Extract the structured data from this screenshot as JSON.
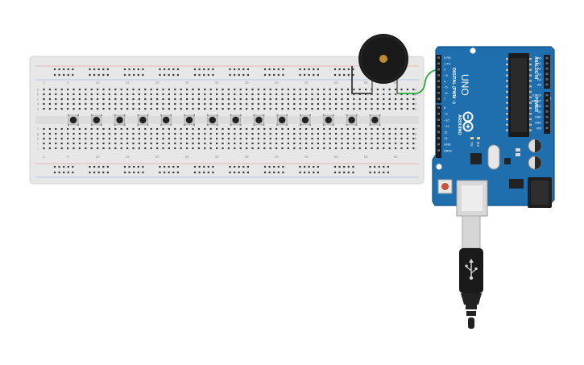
{
  "breadboard": {
    "column_numbers_top": [
      "1",
      "5",
      "10",
      "15",
      "20",
      "25",
      "30",
      "35",
      "40",
      "45",
      "50",
      "55",
      "60"
    ],
    "column_numbers_bottom": [
      "1",
      "5",
      "10",
      "15",
      "20",
      "25",
      "30",
      "35",
      "40",
      "45",
      "50",
      "55",
      "60"
    ],
    "row_letters_top": [
      "a",
      "b",
      "c",
      "d",
      "e"
    ],
    "row_letters_bottom": [
      "f",
      "g",
      "h",
      "i",
      "j"
    ],
    "pushbutton_count": 14
  },
  "arduino": {
    "board_name": "UNO",
    "brand": "ARDUINO",
    "digital_header_label": "DIGITAL (PWM ~)",
    "analog_header_label": "ANALOG IN",
    "power_header_label": "POWER",
    "tx_label": "TX",
    "rx_label": "RX",
    "digital_pins": [
      "0 RX",
      "1 TX",
      "2",
      "~3",
      "4",
      "~5",
      "~6",
      "7",
      "8",
      "~9",
      "~10",
      "~11",
      "12",
      "13",
      "GND",
      "AREF"
    ],
    "power_pins": [
      "IOREF",
      "RESET",
      "3.3V",
      "5V",
      "GND",
      "GND",
      "VIN"
    ],
    "analog_pins": [
      "A0",
      "A1",
      "A2",
      "A3",
      "A4",
      "A5"
    ],
    "colors": {
      "board": "#1f6fae",
      "board_edge": "#0f4f85",
      "header": "#1b1b1b"
    }
  },
  "buzzer": {
    "colors": {
      "body": "#1a1a1a",
      "center": "#c08a2e"
    }
  },
  "wires": {
    "colors": {
      "signal": "#2eaa3a",
      "ground": "#222222"
    }
  }
}
